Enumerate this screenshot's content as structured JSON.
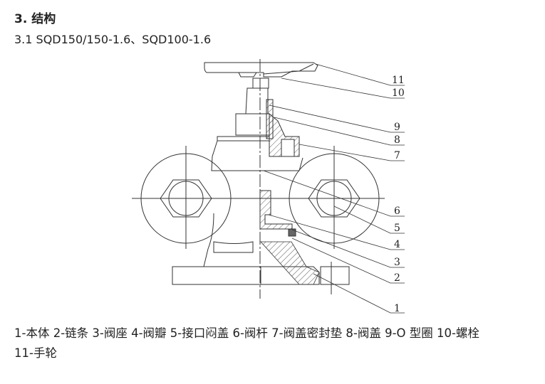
{
  "heading": "3. 结构",
  "subheading": "3.1 SQD150/150-1.6、SQD100-1.6",
  "figure": {
    "callouts": [
      "11",
      "10",
      "9",
      "8",
      "7",
      "6",
      "5",
      "4",
      "3",
      "2",
      "1"
    ]
  },
  "caption": {
    "line1": "1-本体 2-链条  3-阀座 4-阀瓣 5-接口闷盖 6-阀杆 7-阀盖密封垫 8-阀盖 9-O 型圈 10-螺栓",
    "line2": "11-手轮"
  }
}
